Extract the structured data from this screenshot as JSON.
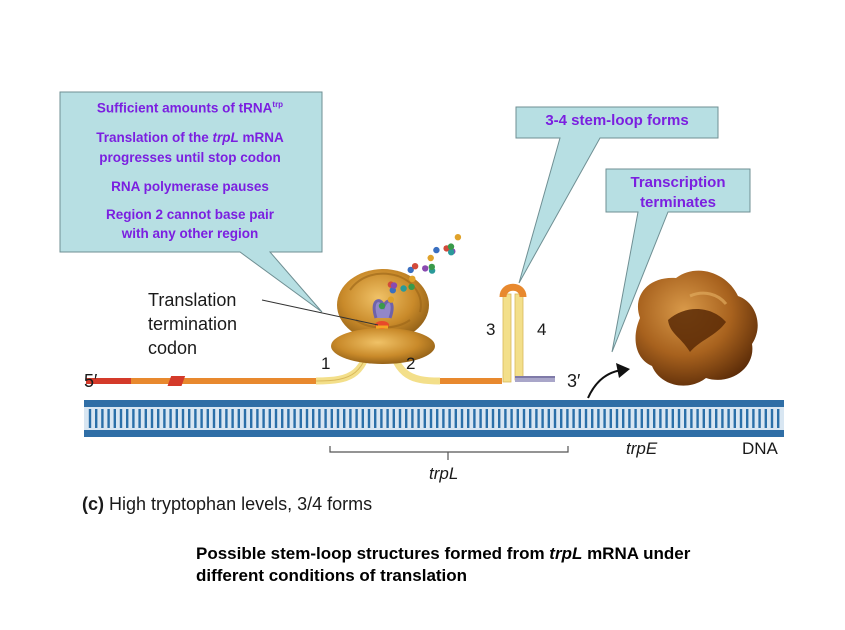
{
  "callout_high_trp": {
    "line1_prefix": "Sufficient amounts of tRNA",
    "line1_super": "trp",
    "line2_prefix": "Translation of the ",
    "line2_gene": "trpL",
    "line2_suffix": " mRNA",
    "line3": "progresses until stop codon",
    "line4": "RNA polymerase pauses",
    "line5": "Region 2 cannot base pair",
    "line6": "with any other region"
  },
  "callout_stem": {
    "text": "3-4 stem-loop forms"
  },
  "callout_termination": {
    "line1": "Transcription",
    "line2": "terminates"
  },
  "labels": {
    "termination_codon_1": "Translation",
    "termination_codon_2": "termination",
    "termination_codon_3": "codon",
    "five_prime": "5′",
    "three_prime": "3′",
    "region_1": "1",
    "region_2": "2",
    "region_3": "3",
    "region_4": "4",
    "trpL": "trpL",
    "trpE": "trpE",
    "dna": "DNA"
  },
  "panel_caption": {
    "letter": "(c)",
    "text": " High tryptophan levels, 3/4 forms"
  },
  "slide_caption": {
    "prefix": "Possible stem-loop structures formed from ",
    "gene": "trpL",
    "suffix": " mRNA under",
    "line2": "different conditions of translation"
  },
  "colors": {
    "callout_fill": "#b7dfe3",
    "callout_text": "#7b1fe0",
    "dna_blue": "#2a6fa8",
    "mrna_orange": "#e8892e",
    "mrna_yellow": "#f3df8a",
    "ribosome": "#c98a2a",
    "rna_polymerase": "#8a4a12"
  }
}
